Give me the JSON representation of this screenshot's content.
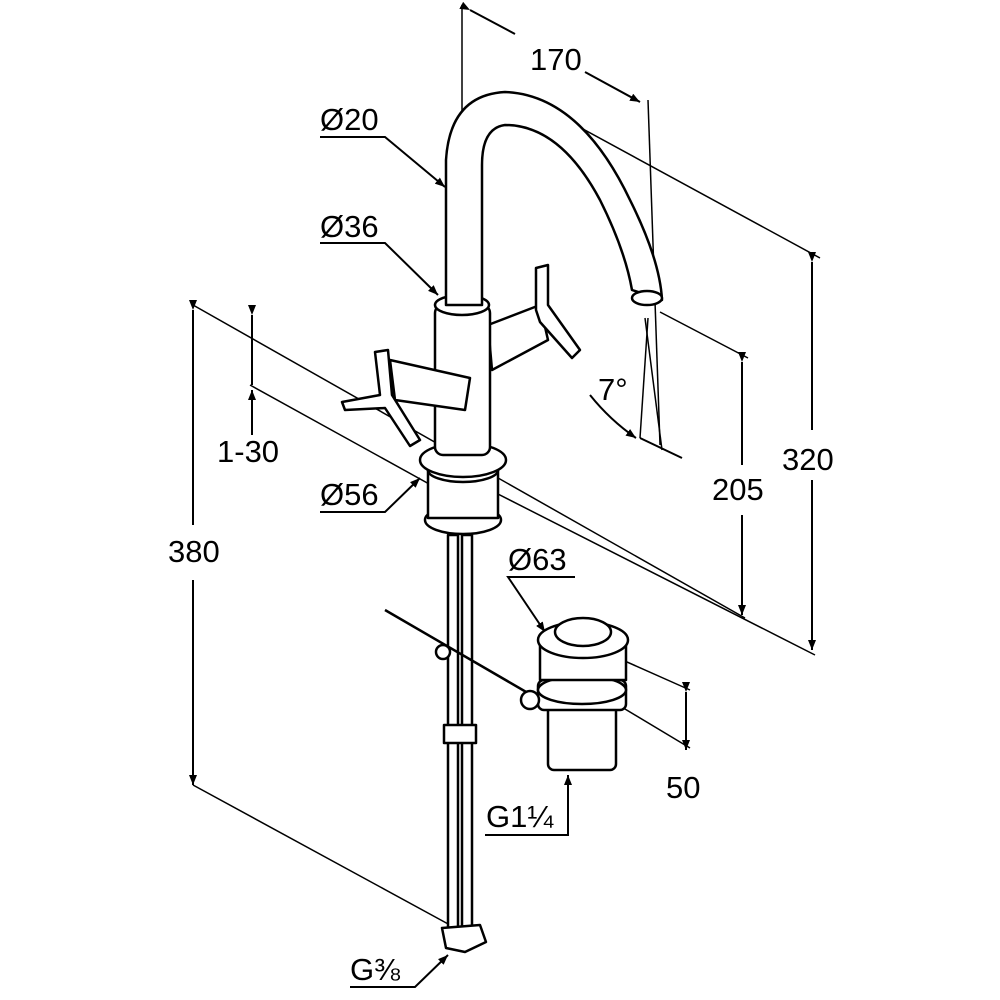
{
  "drawing": {
    "title": "Faucet dimension drawing",
    "labels": {
      "spout_reach": "170",
      "spout_diameter": "Ø20",
      "body_diameter": "Ø36",
      "deck_thickness": "1-30",
      "base_diameter": "Ø56",
      "total_height": "380",
      "waste_diameter": "Ø63",
      "spout_angle": "7°",
      "spout_outlet_height": "205",
      "overall_height": "320",
      "waste_height": "50",
      "waste_thread": "G1¼",
      "supply_thread": "G⅜"
    }
  }
}
